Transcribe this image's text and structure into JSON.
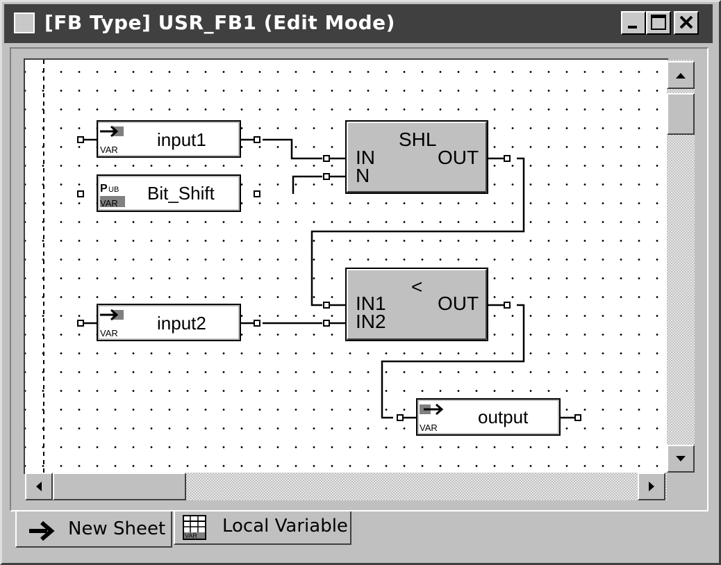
{
  "window": {
    "title": "[FB Type] USR_FB1 (Edit Mode)",
    "controls": {
      "minimize": "minimize",
      "maximize": "maximize",
      "close": "close"
    }
  },
  "diagram": {
    "variables": [
      {
        "id": "input1",
        "name": "input1",
        "kind": "input",
        "badge": "VAR"
      },
      {
        "id": "bit_shift",
        "name": "Bit_Shift",
        "kind": "public",
        "badge": "VAR",
        "tag": "PUB"
      },
      {
        "id": "input2",
        "name": "input2",
        "kind": "input",
        "badge": "VAR"
      },
      {
        "id": "output",
        "name": "output",
        "kind": "output",
        "badge": "VAR"
      }
    ],
    "blocks": [
      {
        "id": "shl",
        "name": "SHL",
        "inputs": [
          "IN",
          "N"
        ],
        "outputs": [
          "OUT"
        ]
      },
      {
        "id": "lt",
        "name": "<",
        "inputs": [
          "IN1",
          "IN2"
        ],
        "outputs": [
          "OUT"
        ]
      }
    ]
  },
  "tabs": [
    {
      "label": "New Sheet",
      "icon": "arrow-right-icon",
      "active": true
    },
    {
      "label": "Local Variable",
      "icon": "variable-table-icon",
      "active": false
    }
  ],
  "colors": {
    "titlebar": "#404040",
    "block_fill": "#c0c0c0",
    "canvas": "#ffffff",
    "face": "#c0c0c0"
  }
}
